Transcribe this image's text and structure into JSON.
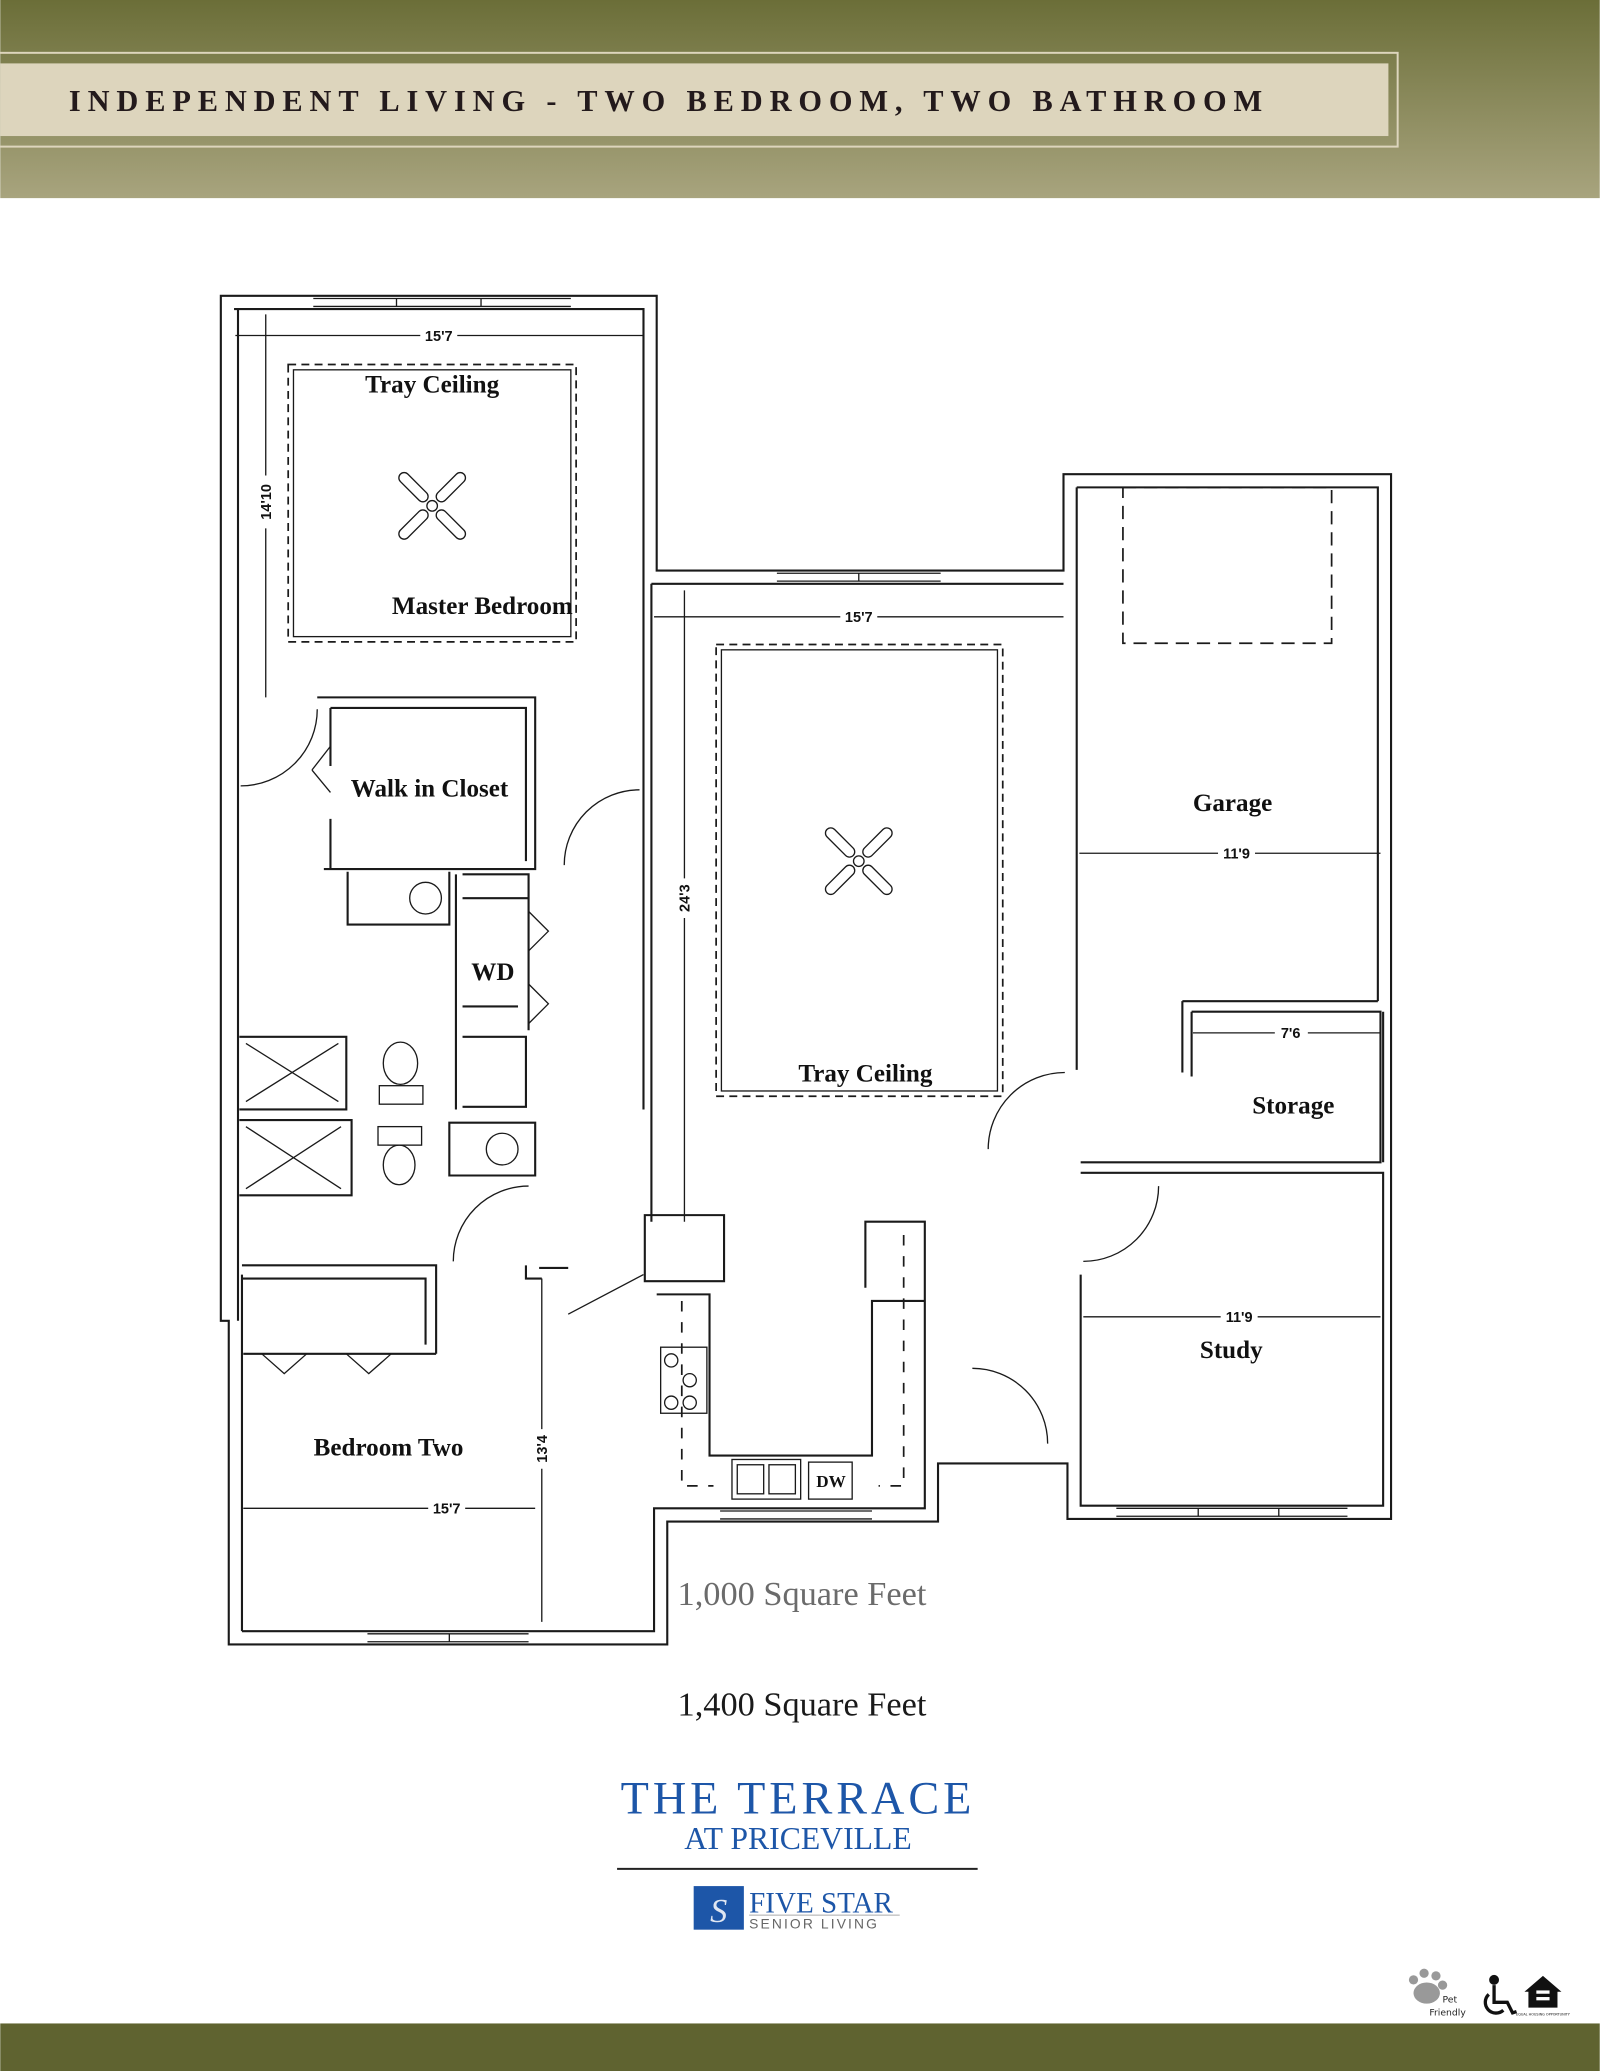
{
  "header": {
    "title": "INDEPENDENT LIVING - TWO BEDROOM, TWO BATHROOM"
  },
  "colors": {
    "band_dark": "#6b6e38",
    "band_light": "#a8a47e",
    "label_bg": "#ddd5bd",
    "brand_blue": "#1d56a8",
    "footer": "#5f6330"
  },
  "floorplan": {
    "rooms": {
      "master_tray": "Tray Ceiling",
      "master_bedroom": "Master Bedroom",
      "walk_in_closet": "Walk in Closet",
      "laundry": "WD",
      "living_tray": "Tray Ceiling",
      "garage": "Garage",
      "storage": "Storage",
      "study": "Study",
      "bedroom_two": "Bedroom Two",
      "dishwasher": "DW"
    },
    "dimensions": {
      "master_width": "15'7",
      "master_depth": "14'10",
      "living_width": "15'7",
      "living_depth": "24'3",
      "garage_width": "11'9",
      "storage_width": "7'6",
      "study_width": "11'9",
      "bedroom_two_depth": "13'4",
      "bedroom_two_width": "15'7"
    }
  },
  "square_feet": {
    "option_a": "1,000 Square Feet",
    "option_b": "1,400 Square Feet"
  },
  "brand": {
    "name": "THE TERRACE",
    "location": "AT PRICEVILLE",
    "company_line1": "FIVE STAR",
    "company_line2": "SENIOR LIVING"
  },
  "badges": {
    "pet": "Pet Friendly",
    "pet_line1": "Pet",
    "pet_line2": "Friendly",
    "equal_housing": "EQUAL HOUSING OPPORTUNITY"
  }
}
